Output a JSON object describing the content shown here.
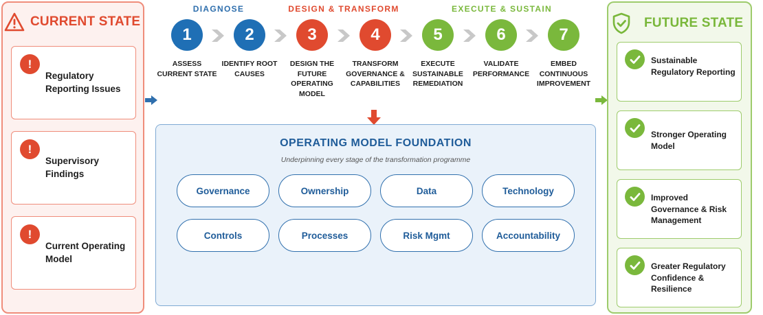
{
  "colors": {
    "current_state_red": "#e04a2f",
    "diagnose_blue": "#2f6fad",
    "future_state_green": "#79b73a",
    "foundation_blue": "#1f5c99"
  },
  "current_state": {
    "icon": "warning-triangle-icon",
    "title": "CURRENT STATE",
    "issues": [
      {
        "icon": "exclamation-icon",
        "label": "Regulatory Reporting Issues"
      },
      {
        "icon": "exclamation-icon",
        "label": "Supervisory Findings"
      },
      {
        "icon": "exclamation-icon",
        "label": "Current Operating Model"
      }
    ]
  },
  "phases": [
    {
      "label": "DIAGNOSE",
      "color": "#2f6fad"
    },
    {
      "label": "DESIGN & TRANSFORM",
      "color": "#e04a2f"
    },
    {
      "label": "EXECUTE & SUSTAIN",
      "color": "#7ab83c"
    }
  ],
  "steps": [
    {
      "number": "1",
      "label": "ASSESS CURRENT STATE",
      "color": "#1f6fb5"
    },
    {
      "number": "2",
      "label": "IDENTIFY ROOT CAUSES",
      "color": "#1f6fb5"
    },
    {
      "number": "3",
      "label": "DESIGN THE FUTURE OPERATING MODEL",
      "color": "#e04a2f"
    },
    {
      "number": "4",
      "label": "TRANSFORM GOVERNANCE & CAPABILITIES",
      "color": "#e04a2f"
    },
    {
      "number": "5",
      "label": "EXECUTE SUSTAINABLE REMEDIATION",
      "color": "#7ab83c"
    },
    {
      "number": "6",
      "label": "VALIDATE PERFORMANCE",
      "color": "#7ab83c"
    },
    {
      "number": "7",
      "label": "EMBED CONTINUOUS IMPROVEMENT",
      "color": "#7ab83c"
    }
  ],
  "foundation": {
    "title": "OPERATING MODEL FOUNDATION",
    "subtitle": "Underpinning every stage of the transformation programme",
    "pillars": [
      "Governance",
      "Ownership",
      "Data",
      "Technology",
      "Controls",
      "Processes",
      "Risk Mgmt",
      "Accountability"
    ]
  },
  "future_state": {
    "icon": "shield-check-icon",
    "title": "FUTURE STATE",
    "outcomes": [
      {
        "icon": "checkmark-icon",
        "label": "Sustainable Regulatory Reporting"
      },
      {
        "icon": "checkmark-icon",
        "label": "Stronger Operating Model"
      },
      {
        "icon": "checkmark-icon",
        "label": "Improved Governance & Risk Management"
      },
      {
        "icon": "checkmark-icon",
        "label": "Greater Regulatory Confidence & Resilience"
      }
    ]
  }
}
